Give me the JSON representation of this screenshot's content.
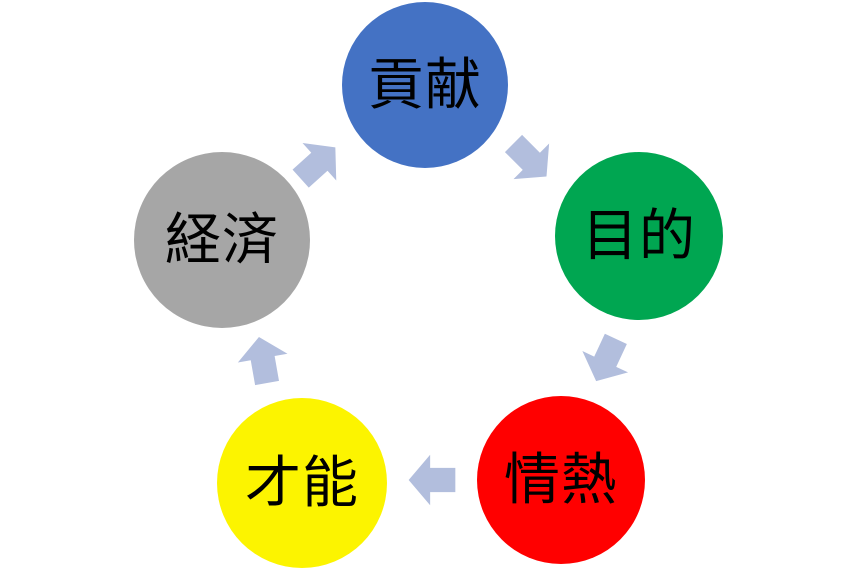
{
  "diagram": {
    "type": "cycle",
    "background_color": "#ffffff",
    "text_color": "#000000",
    "arrow_color": "#b2bedd",
    "nodes": [
      {
        "label": "貢献",
        "color": "#4472c4",
        "position": "top"
      },
      {
        "label": "目的",
        "color": "#00a651",
        "position": "right"
      },
      {
        "label": "情熱",
        "color": "#ff0000",
        "position": "bottom-right"
      },
      {
        "label": "才能",
        "color": "#fcf400",
        "position": "bottom-left"
      },
      {
        "label": "経済",
        "color": "#a6a6a6",
        "position": "left"
      }
    ],
    "arrows": [
      {
        "from": "貢献",
        "to": "目的",
        "direction": "southeast"
      },
      {
        "from": "目的",
        "to": "情熱",
        "direction": "south-southwest"
      },
      {
        "from": "情熱",
        "to": "才能",
        "direction": "west"
      },
      {
        "from": "才能",
        "to": "経済",
        "direction": "north-northwest"
      },
      {
        "from": "経済",
        "to": "貢献",
        "direction": "northeast"
      }
    ]
  }
}
